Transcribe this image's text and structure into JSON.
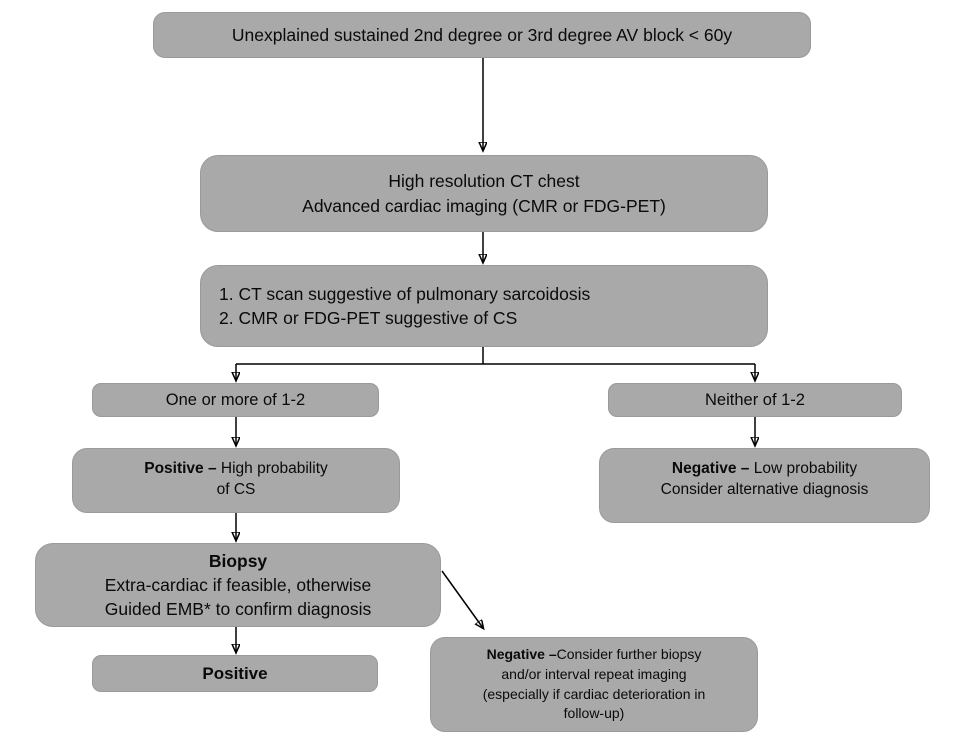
{
  "diagram": {
    "type": "flowchart",
    "background": "#ffffff",
    "node_style": {
      "fill": "#a9a9a9",
      "border": "#9a9a9a",
      "text_color": "#0a0a0a",
      "arrow_color": "#000000"
    },
    "nodes": {
      "av_block": {
        "line1": "Unexplained sustained 2nd degree or 3rd degree AV block < 60y"
      },
      "imaging": {
        "line1": "High resolution CT chest",
        "line2": "Advanced cardiac imaging (CMR or FDG-PET)"
      },
      "criteria": {
        "line1": "1. CT scan suggestive of pulmonary sarcoidosis",
        "line2": "2. CMR or FDG-PET suggestive of CS"
      },
      "one_or_more": {
        "line1": "One or more of 1-2"
      },
      "neither": {
        "line1": "Neither of 1-2"
      },
      "positive_high": {
        "bold": "Positive –",
        "rest": " High probability",
        "line2": "of CS"
      },
      "negative_low": {
        "bold": "Negative –",
        "rest": " Low probability",
        "line2": "Consider alternative diagnosis"
      },
      "biopsy": {
        "bold": "Biopsy",
        "line2": "Extra-cardiac if feasible, otherwise",
        "line3": "Guided EMB* to confirm diagnosis"
      },
      "positive_result": {
        "line1": "Positive"
      },
      "negative_followup": {
        "bold": "Negative –",
        "rest": "Consider further biopsy",
        "line2": "and/or interval repeat imaging",
        "line3": "(especially if cardiac deterioration in",
        "line4": "follow-up)"
      }
    }
  }
}
